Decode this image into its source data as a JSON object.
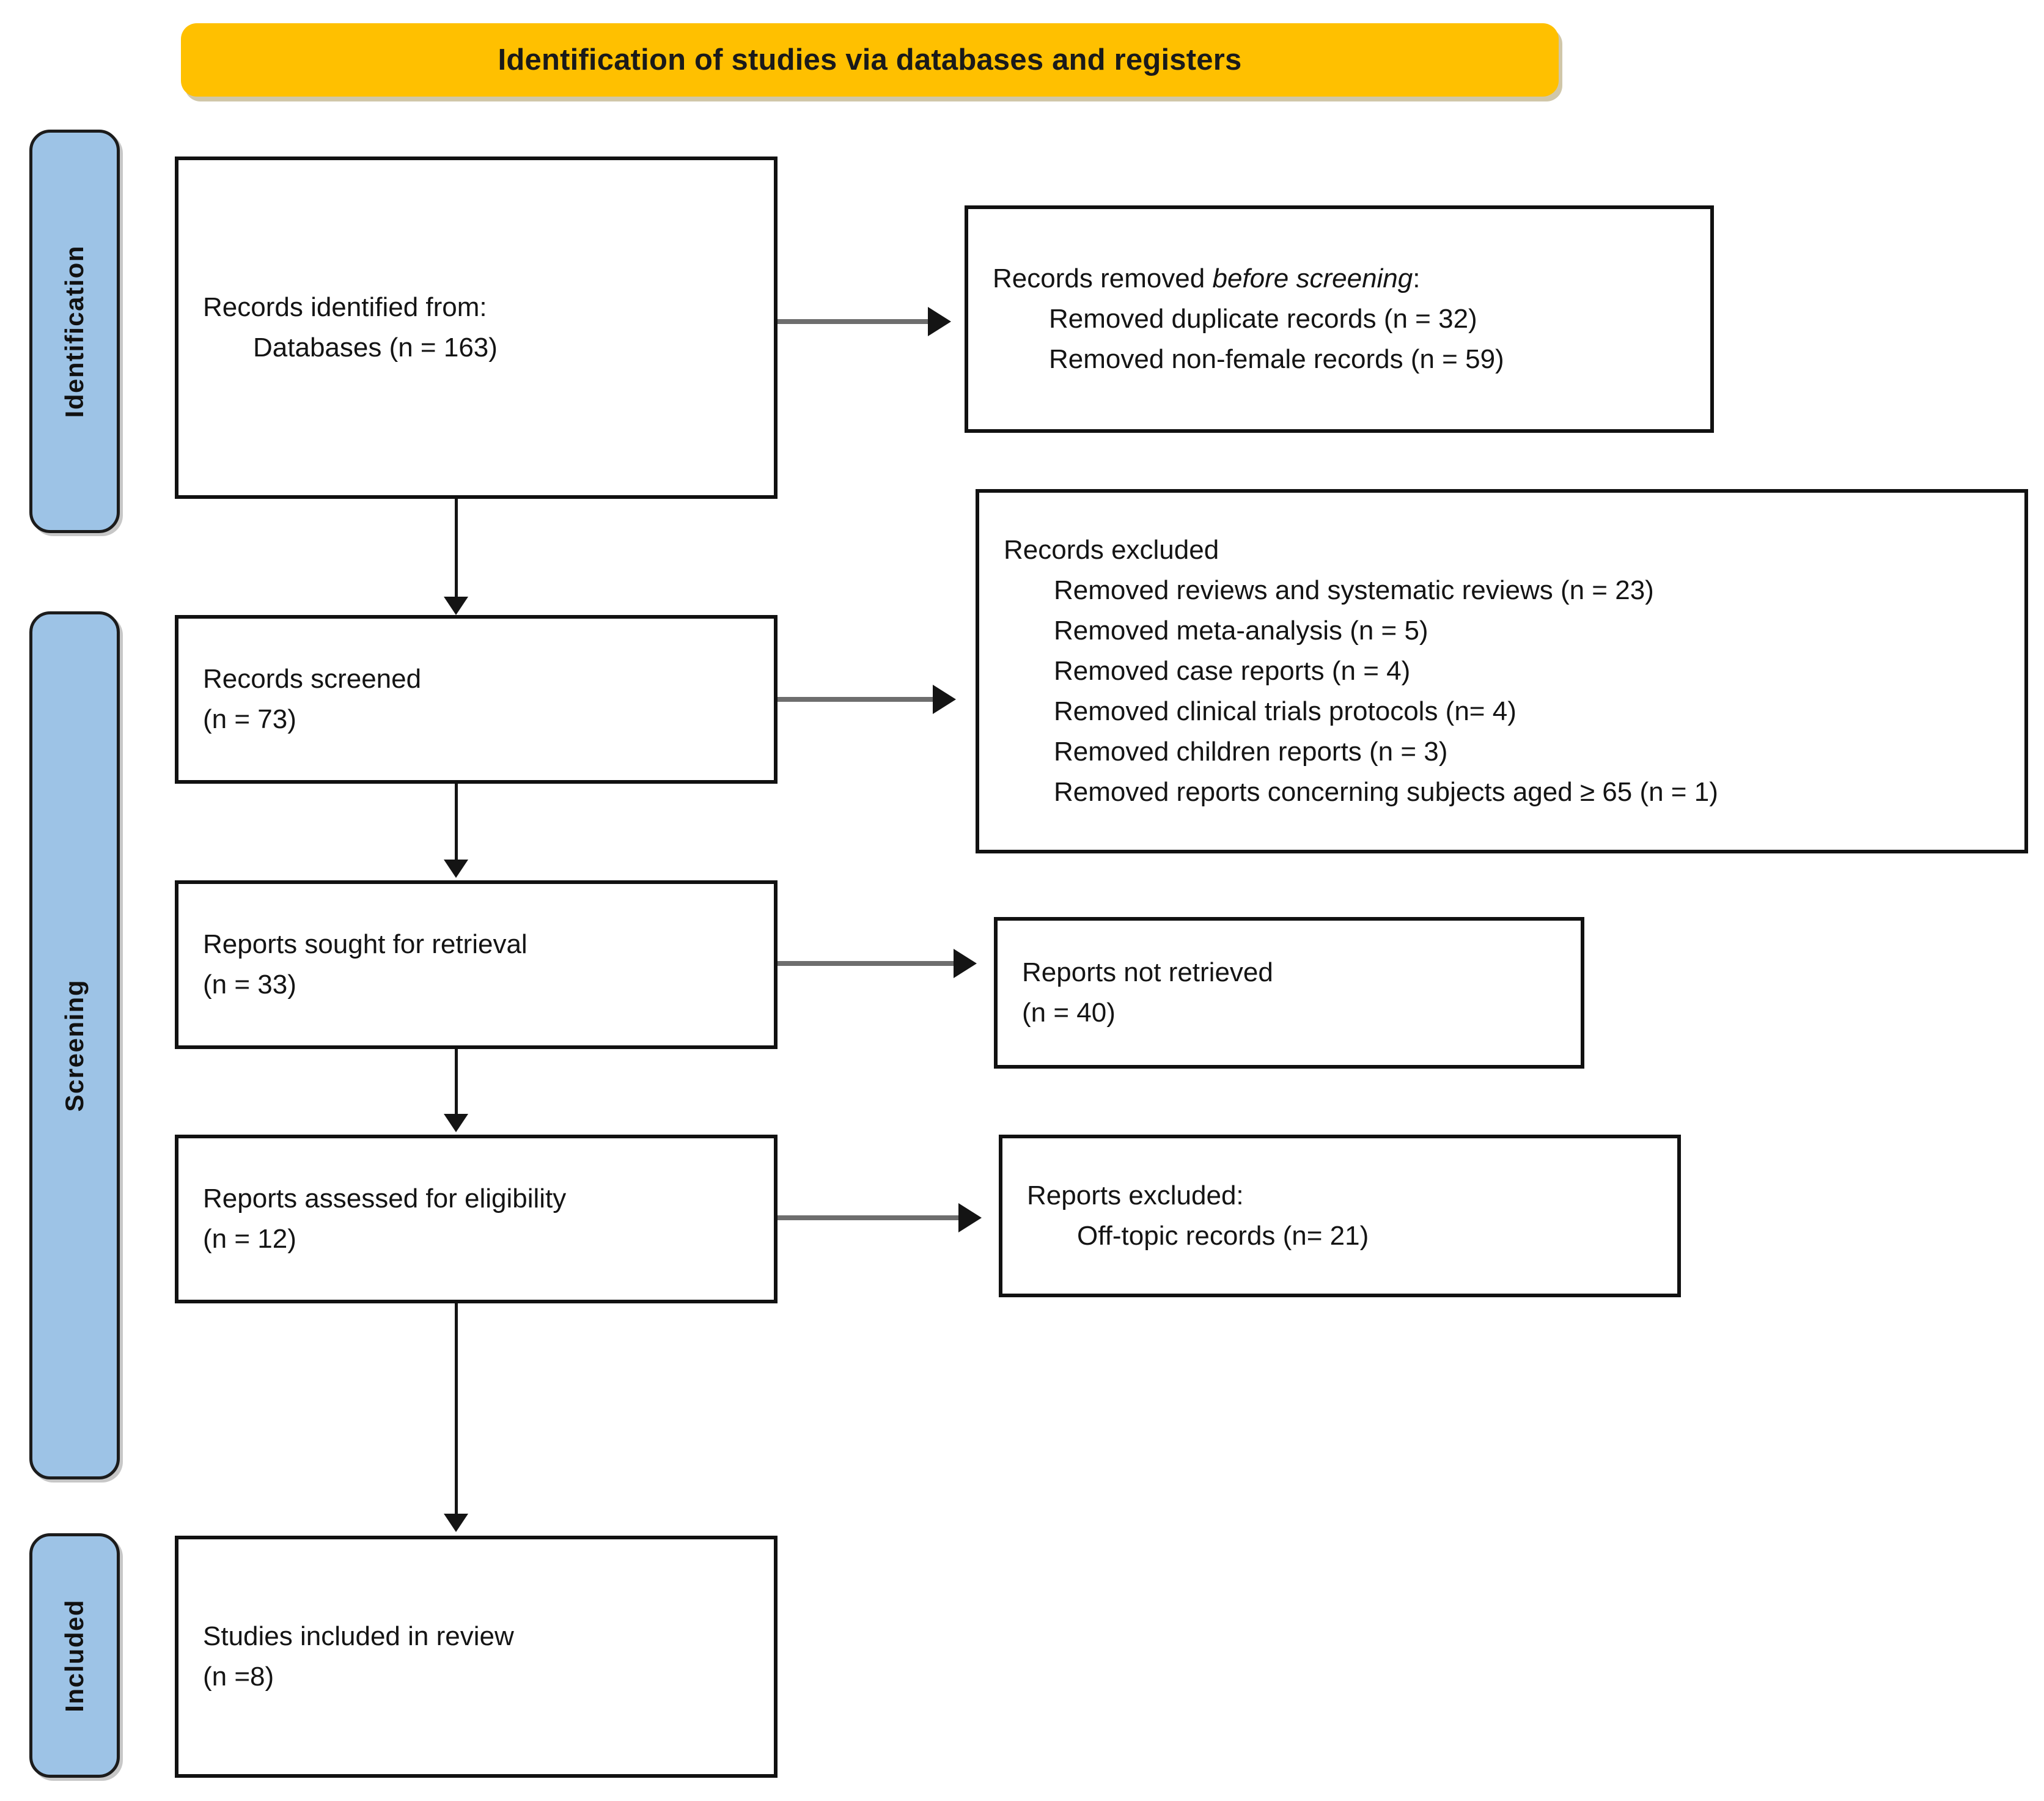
{
  "banner": {
    "title": "Identification of studies via databases and registers",
    "color": "#FFC000"
  },
  "stages": {
    "color": "#9DC3E6",
    "identification": "Identification",
    "screening": "Screening",
    "included": "Included"
  },
  "boxes": {
    "identified": {
      "line1": "Records identified from:",
      "line2": "Databases (n = 163)"
    },
    "removed_before_screening": {
      "line1_prefix": "Records removed ",
      "line1_italic": "before screening",
      "line1_suffix": ":",
      "line2": "Removed duplicate records (n = 32)",
      "line3": "Removed non-female records (n = 59)"
    },
    "records_screened": {
      "line1": "Records screened",
      "line2": "(n = 73)"
    },
    "records_excluded": {
      "line1": "Records excluded",
      "line2": "Removed reviews and systematic reviews (n = 23)",
      "line3": "Removed meta-analysis (n = 5)",
      "line4": "Removed case reports (n = 4)",
      "line5": "Removed clinical trials protocols (n= 4)",
      "line6": "Removed children reports (n = 3)",
      "line7": "Removed reports concerning subjects aged ≥ 65 (n = 1)"
    },
    "reports_sought": {
      "line1": "Reports sought for retrieval",
      "line2": "(n = 33)"
    },
    "reports_not_retrieved": {
      "line1": "Reports not retrieved",
      "line2": "(n = 40)"
    },
    "reports_assessed": {
      "line1": "Reports assessed for eligibility",
      "line2": "(n = 12)"
    },
    "reports_excluded": {
      "line1": "Reports excluded:",
      "line2": "Off-topic records (n= 21)"
    },
    "studies_included": {
      "line1": "Studies included in review",
      "line2": "(n =8)"
    }
  },
  "chart_data": {
    "type": "diagram",
    "title": "Identification of studies via databases and registers",
    "stages": [
      "Identification",
      "Screening",
      "Included"
    ],
    "nodes": [
      {
        "id": "identified",
        "stage": "Identification",
        "label": "Records identified from: Databases",
        "n": 163
      },
      {
        "id": "removed_before_screening",
        "stage": "Identification",
        "label": "Records removed before screening",
        "items": [
          {
            "label": "Removed duplicate records",
            "n": 32
          },
          {
            "label": "Removed non-female records",
            "n": 59
          }
        ]
      },
      {
        "id": "records_screened",
        "stage": "Screening",
        "label": "Records screened",
        "n": 73
      },
      {
        "id": "records_excluded",
        "stage": "Screening",
        "label": "Records excluded",
        "items": [
          {
            "label": "Removed reviews and systematic reviews",
            "n": 23
          },
          {
            "label": "Removed meta-analysis",
            "n": 5
          },
          {
            "label": "Removed case reports",
            "n": 4
          },
          {
            "label": "Removed clinical trials protocols",
            "n": 4
          },
          {
            "label": "Removed children reports",
            "n": 3
          },
          {
            "label": "Removed reports concerning subjects aged ≥ 65",
            "n": 1
          }
        ]
      },
      {
        "id": "reports_sought",
        "stage": "Screening",
        "label": "Reports sought for retrieval",
        "n": 33
      },
      {
        "id": "reports_not_retrieved",
        "stage": "Screening",
        "label": "Reports not retrieved",
        "n": 40
      },
      {
        "id": "reports_assessed",
        "stage": "Screening",
        "label": "Reports assessed for eligibility",
        "n": 12
      },
      {
        "id": "reports_excluded",
        "stage": "Screening",
        "label": "Reports excluded: Off-topic records",
        "n": 21
      },
      {
        "id": "studies_included",
        "stage": "Included",
        "label": "Studies included in review",
        "n": 8
      }
    ],
    "edges": [
      {
        "from": "identified",
        "to": "removed_before_screening",
        "direction": "right"
      },
      {
        "from": "identified",
        "to": "records_screened",
        "direction": "down"
      },
      {
        "from": "records_screened",
        "to": "records_excluded",
        "direction": "right"
      },
      {
        "from": "records_screened",
        "to": "reports_sought",
        "direction": "down"
      },
      {
        "from": "reports_sought",
        "to": "reports_not_retrieved",
        "direction": "right"
      },
      {
        "from": "reports_sought",
        "to": "reports_assessed",
        "direction": "down"
      },
      {
        "from": "reports_assessed",
        "to": "reports_excluded",
        "direction": "right"
      },
      {
        "from": "reports_assessed",
        "to": "studies_included",
        "direction": "down"
      }
    ]
  }
}
